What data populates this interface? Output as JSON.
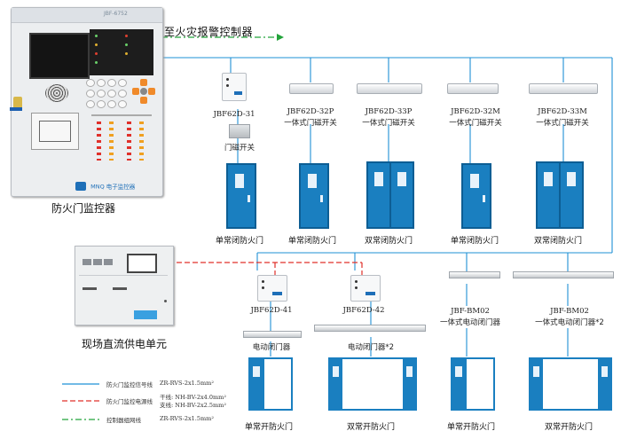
{
  "fire_alarm_link": "至火灾报警控制器",
  "controller": {
    "title": "防火门监控器",
    "header_text": "JBF-6752",
    "brand_text": "MNQ 电子监控器"
  },
  "power_unit": {
    "title": "现场直流供电单元"
  },
  "top_row": [
    {
      "model": "JBF62D-31",
      "sub": "",
      "extra": "门磁开关",
      "door_label": "单常闭防火门"
    },
    {
      "model": "JBF62D-32P",
      "sub": "一体式门磁开关",
      "extra": "",
      "door_label": "单常闭防火门"
    },
    {
      "model": "JBF62D-33P",
      "sub": "一体式门磁开关",
      "extra": "",
      "door_label": "双常闭防火门"
    },
    {
      "model": "JBF62D-32M",
      "sub": "一体式门磁开关",
      "extra": "",
      "door_label": "单常闭防火门"
    },
    {
      "model": "JBF62D-33M",
      "sub": "一体式门磁开关",
      "extra": "",
      "door_label": "双常闭防火门"
    }
  ],
  "bottom_row": [
    {
      "model": "JBF62D-41",
      "sub": "电动闭门器",
      "door_label": "单常开防火门"
    },
    {
      "model": "JBF62D-42",
      "sub": "电动闭门器*2",
      "door_label": "双常开防火门"
    },
    {
      "model": "JBF-BM02",
      "sub": "一体式电动闭门器",
      "door_label": "单常开防火门"
    },
    {
      "model": "JBF-BM02",
      "sub": "一体式电动闭门器*2",
      "door_label": "双常开防火门"
    }
  ],
  "legend": [
    {
      "label": "防火门监控信号线",
      "spec": "ZR-RVS-2x1.5mm²",
      "spec2": "",
      "color": "#1e90d6",
      "style": "solid"
    },
    {
      "label": "防火门监控电源线",
      "spec": "干线: NH-BV-2x4.0mm²",
      "spec2": "支线: NH-BV-2x2.5mm²",
      "color": "#e0302a",
      "style": "dashed"
    },
    {
      "label": "控制器组网线",
      "spec": "ZR-RVS-2x1.5mm²",
      "spec2": "",
      "color": "#22a33a",
      "style": "dashdot"
    }
  ],
  "colors": {
    "signal": "#1e90d6",
    "power": "#e0302a",
    "network": "#22a33a",
    "door": "#1a7fc0"
  }
}
